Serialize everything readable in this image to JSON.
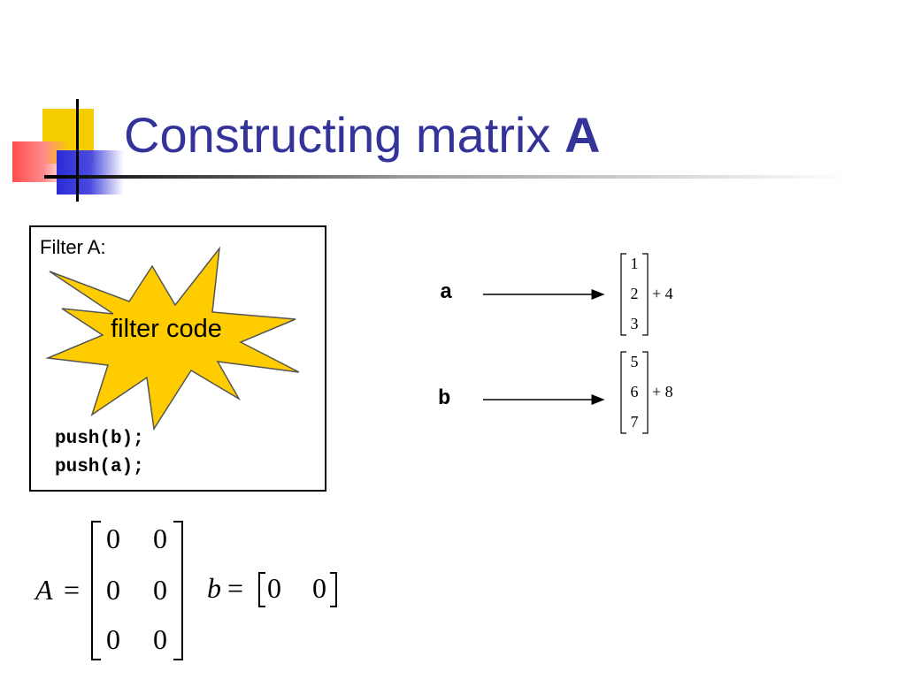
{
  "slide": {
    "title_text": "Constructing matrix ",
    "title_bold": "A",
    "colors": {
      "title": "#333399",
      "yellow": "#f5cc00",
      "red": "#ff4d4d",
      "blue": "#2b2bd6",
      "star_fill": "#ffcc00"
    }
  },
  "filter_box": {
    "label": "Filter A:",
    "starburst_text": "filter code",
    "code_lines": [
      "push(b);",
      "push(a);"
    ]
  },
  "mappings": [
    {
      "var": "a",
      "vector": [
        "1",
        "2",
        "3"
      ],
      "offset": "+ 4"
    },
    {
      "var": "b",
      "vector": [
        "5",
        "6",
        "7"
      ],
      "offset": "+ 8"
    }
  ],
  "equations": {
    "A_label": "A",
    "A_rows": [
      [
        "0",
        "0"
      ],
      [
        "0",
        "0"
      ],
      [
        "0",
        "0"
      ]
    ],
    "b_label": "b",
    "b_row": [
      "0",
      "0"
    ],
    "equals": "="
  }
}
